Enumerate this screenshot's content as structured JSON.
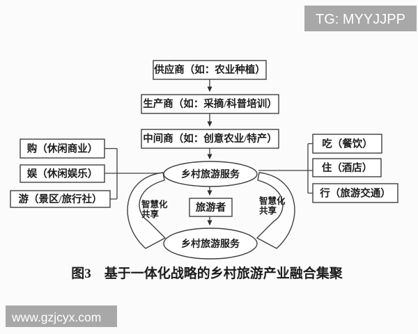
{
  "page": {
    "background": "#fbfbfb"
  },
  "watermarks": {
    "top_right": "TG: MYYJJPP",
    "bottom_left": "www.gzjcyx.com",
    "bg_color": "#a8a8a8",
    "text_color": "#ffffff"
  },
  "diagram": {
    "colors": {
      "line": "#3f3f3f",
      "text": "#1c1c1c",
      "box_fill": "#ffffff"
    },
    "supply_chain": [
      {
        "label": "供应商（如：农业种植）"
      },
      {
        "label": "生产商（如：采摘/科普培训）"
      },
      {
        "label": "中间商（如：创意农业/特产）"
      }
    ],
    "hub": {
      "top_ellipse": "乡村旅游服务",
      "tourist_box": "旅游者",
      "bottom_ellipse": "乡村旅游服务"
    },
    "left_boxes": [
      {
        "label": "购（休闲商业）"
      },
      {
        "label": "娱（休闲娱乐）"
      },
      {
        "label": "游（景区/旅行社）"
      }
    ],
    "right_boxes": [
      {
        "label": "吃（餐饮）"
      },
      {
        "label": "住（酒店）"
      },
      {
        "label": "行（旅游交通）"
      }
    ],
    "smart_share_left": {
      "line1": "智慧化",
      "line2": "共享"
    },
    "smart_share_right": {
      "line1": "智慧化",
      "line2": "共享"
    },
    "caption": "图3　基于一体化战略的乡村旅游产业融合集聚"
  }
}
